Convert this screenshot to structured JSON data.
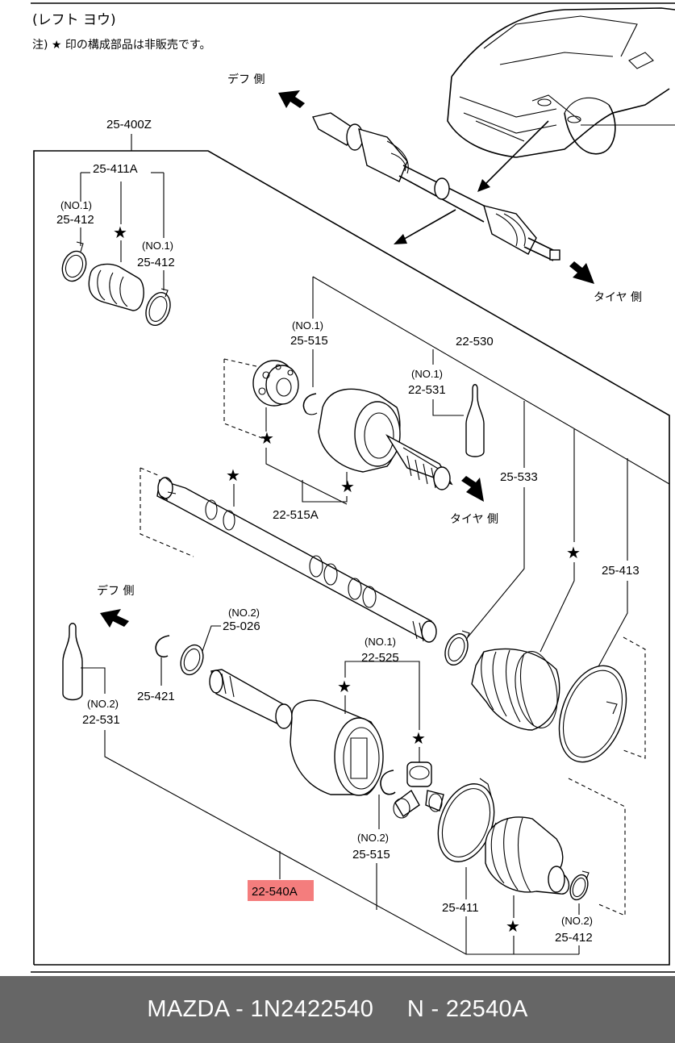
{
  "header": {
    "title": "(レフト ヨウ)",
    "note": "注) ★ 印の構成部品は非販売です。"
  },
  "directions": {
    "diff_side_top": "デフ 側",
    "tire_side_top": "タイヤ 側",
    "tire_side_mid": "タイヤ 側",
    "diff_side_mid": "デフ 側"
  },
  "labels": {
    "p25_400Z": "25-400Z",
    "p25_411A": "25-411A",
    "no1_a": "(NO.1)",
    "p25_412_a": "25-412",
    "no1_b": "(NO.1)",
    "p25_412_b": "25-412",
    "no1_c": "(NO.1)",
    "p25_515_a": "25-515",
    "p22_530": "22-530",
    "no1_d": "(NO.1)",
    "p22_531_a": "22-531",
    "p25_533": "25-533",
    "p22_515A": "22-515A",
    "p25_413": "25-413",
    "no2_a": "(NO.2)",
    "p25_026": "25-026",
    "no1_e": "(NO.1)",
    "p22_525": "22-525",
    "p25_421": "25-421",
    "no2_b": "(NO.2)",
    "p22_531_b": "22-531",
    "no2_c": "(NO.2)",
    "p25_515_b": "25-515",
    "p22_540A": "22-540A",
    "p25_411": "25-411",
    "no2_d": "(NO.2)",
    "p25_412_c": "25-412"
  },
  "star_symbol": "★",
  "footer": {
    "text": "MAZDA - 1N2422540     N - 22540A"
  },
  "colors": {
    "highlight": "#f47d7d",
    "footer_bg": "#666666",
    "footer_text": "#ffffff"
  }
}
